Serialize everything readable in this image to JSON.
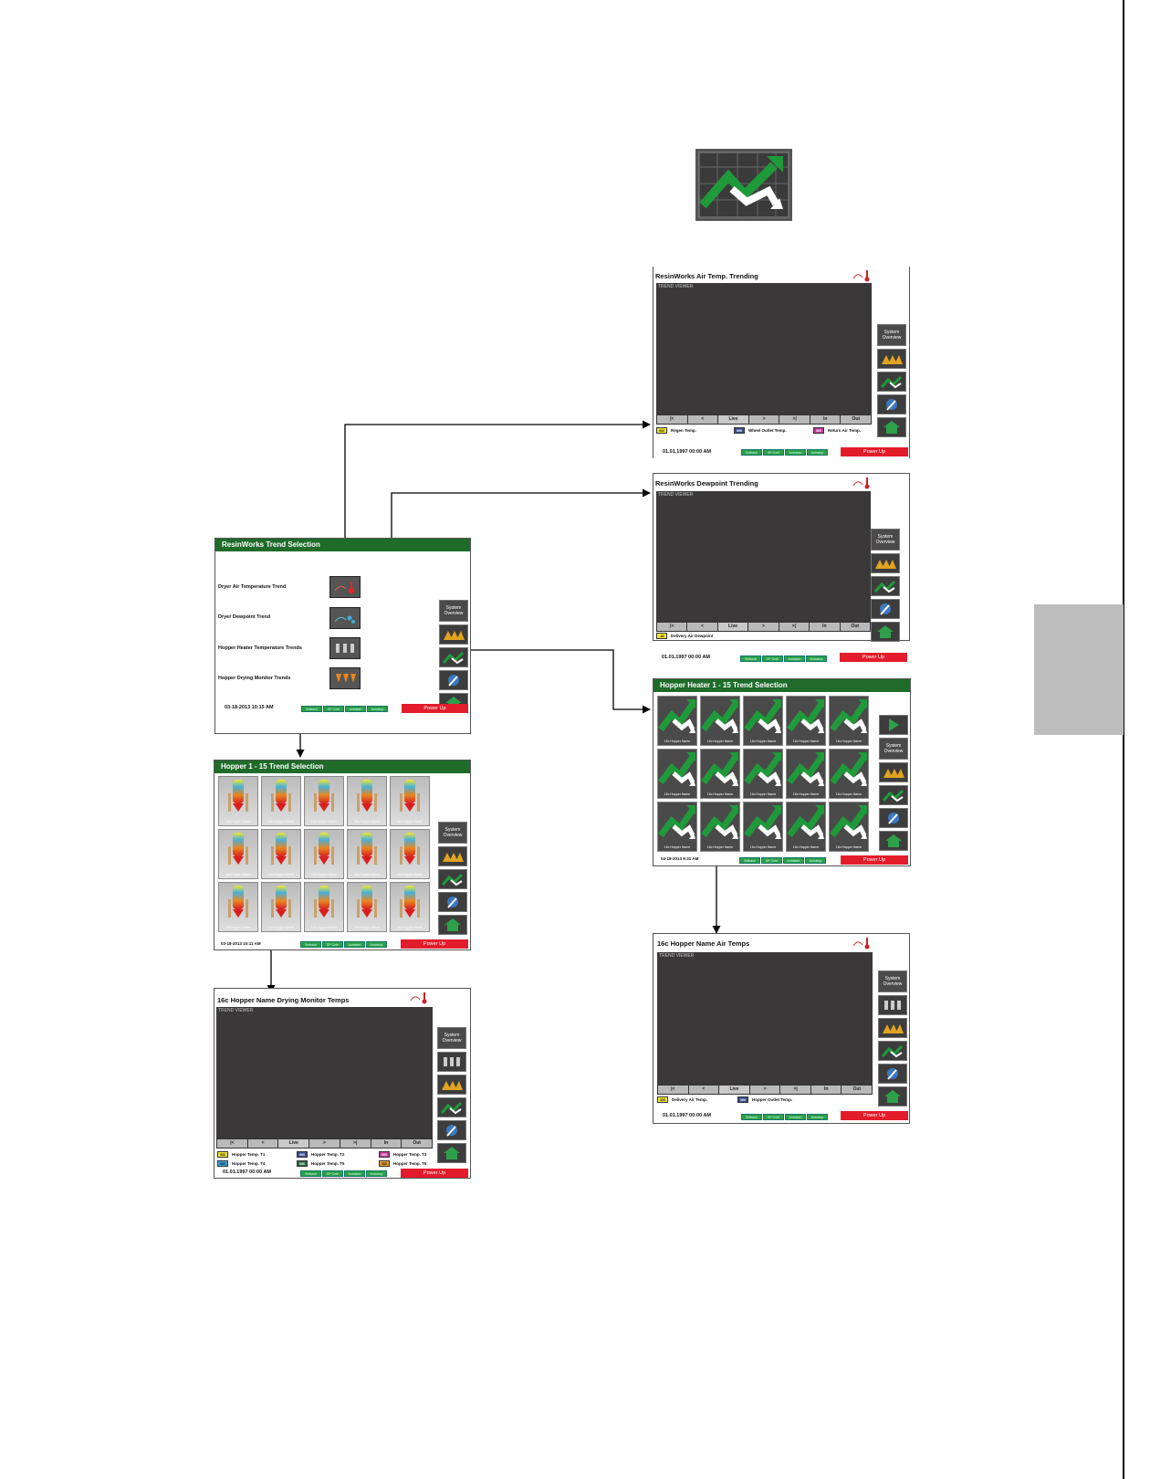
{
  "icons": {
    "hero": "trend-chart-icon",
    "sidebar": [
      "system-overview",
      "hopper-icon",
      "trend-icon",
      "wrench-icon",
      "home-icon"
    ]
  },
  "colors": {
    "bar_green": "#1f6b2a",
    "power_red": "#e21c2b",
    "button_green": "#2ea04a",
    "screen": "#3a3839"
  },
  "common": {
    "system_overview": "System Overview",
    "power_up": "Power Up",
    "green_buttons": [
      "Setback",
      "DP Cntrl",
      "Autostart",
      "Autostop"
    ],
    "nav": [
      "|<",
      "<",
      "Live",
      ">",
      ">|",
      "In",
      "Out"
    ],
    "trend_viewer": "TREND VIEWER"
  },
  "selection": {
    "title": "ResinWorks Trend Selection",
    "rows": [
      "Dryer Air Temperature Trend",
      "Dryer Dewpoint Trend",
      "Hopper Heater Temperature Trends",
      "Hopper Drying Monitor Trends"
    ],
    "date": "03-18-2013   10:15 AM"
  },
  "air_temp": {
    "title": "ResinWorks Air Temp. Trending",
    "legend": [
      {
        "val": "000",
        "label": "Regen Temp.",
        "color": "#f2e633"
      },
      {
        "val": "000",
        "label": "Wheel Outlet Temp.",
        "color": "#3a4a8c"
      },
      {
        "val": "000",
        "label": "Return Air Temp.",
        "color": "#c2389a"
      }
    ],
    "date": "01.01.1997   00:00 AM"
  },
  "dewpoint": {
    "title": "ResinWorks Dewpoint Trending",
    "legend": [
      {
        "val": "-40",
        "label": "Delivery Air Dewpoint",
        "color": "#f2e633"
      }
    ],
    "date": "01.01.1997   00:00 AM"
  },
  "heater_sel": {
    "title": "Hopper Heater 1 - 15 Trend Selection",
    "tile_label": "16c Hopper Name",
    "date": "04-18-2013   9:31 AM"
  },
  "hopper_sel": {
    "title": "Hopper 1 - 15 Trend Selection",
    "tile_label": "16c Hopper Name",
    "date": "03-18-2013   10:11 AM"
  },
  "air_temps": {
    "title": "16c Hopper Name Air Temps",
    "legend": [
      {
        "val": "300",
        "label": "Delivery Air Temp.",
        "color": "#f2e633"
      },
      {
        "val": "000",
        "label": "Hopper Outlet Temp.",
        "color": "#3a4a8c"
      }
    ],
    "date": "01.01.1997   00:00 AM"
  },
  "drying": {
    "title": "16c Hopper Name Drying Monitor Temps",
    "legend": [
      {
        "val": "000",
        "label": "Hopper Temp. T1",
        "color": "#f2e633"
      },
      {
        "val": "000",
        "label": "Hopper Temp. T2",
        "color": "#3a4a8c"
      },
      {
        "val": "000",
        "label": "Hopper Temp. T3",
        "color": "#c2389a"
      },
      {
        "val": "000",
        "label": "Hopper Temp. T4",
        "color": "#3aa0d8"
      },
      {
        "val": "000",
        "label": "Hopper Temp. T5",
        "color": "#2a6a3a"
      },
      {
        "val": "000",
        "label": "Hopper Temp. T6",
        "color": "#e89a2a"
      }
    ],
    "date": "01.01.1997   00:00 AM"
  }
}
